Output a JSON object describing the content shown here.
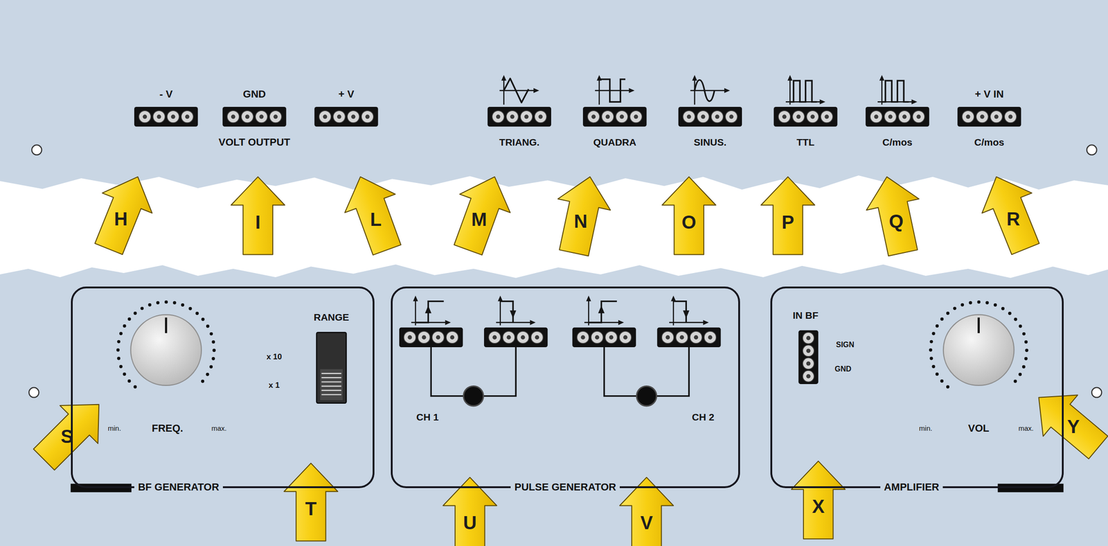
{
  "diagram": {
    "nodes": [
      {
        "text": [
          "RANGE",
          "x 10",
          "x 1",
          "min.",
          "FREQ.",
          "max.",
          "BF GENERATOR"
        ]
      },
      {
        "text": [
          "CH 1",
          "CH 2",
          "PULSE GENERATOR"
        ]
      },
      {
        "text": [
          "IN BF",
          "SIGN",
          "GND",
          "min.",
          "VOL",
          "max.",
          "AMPLIFIER"
        ]
      }
    ],
    "labels": [
      "- V",
      "GND",
      "+ V",
      "+ V IN",
      "VOLT OUTPUT",
      "TRIANG.",
      "QUADRA",
      "SINUS.",
      "TTL",
      "C/mos",
      "C/mos",
      "H",
      "I",
      "L",
      "M",
      "N",
      "O",
      "P",
      "Q",
      "R",
      "S",
      "T",
      "U",
      "V",
      "X",
      "Y"
    ]
  }
}
